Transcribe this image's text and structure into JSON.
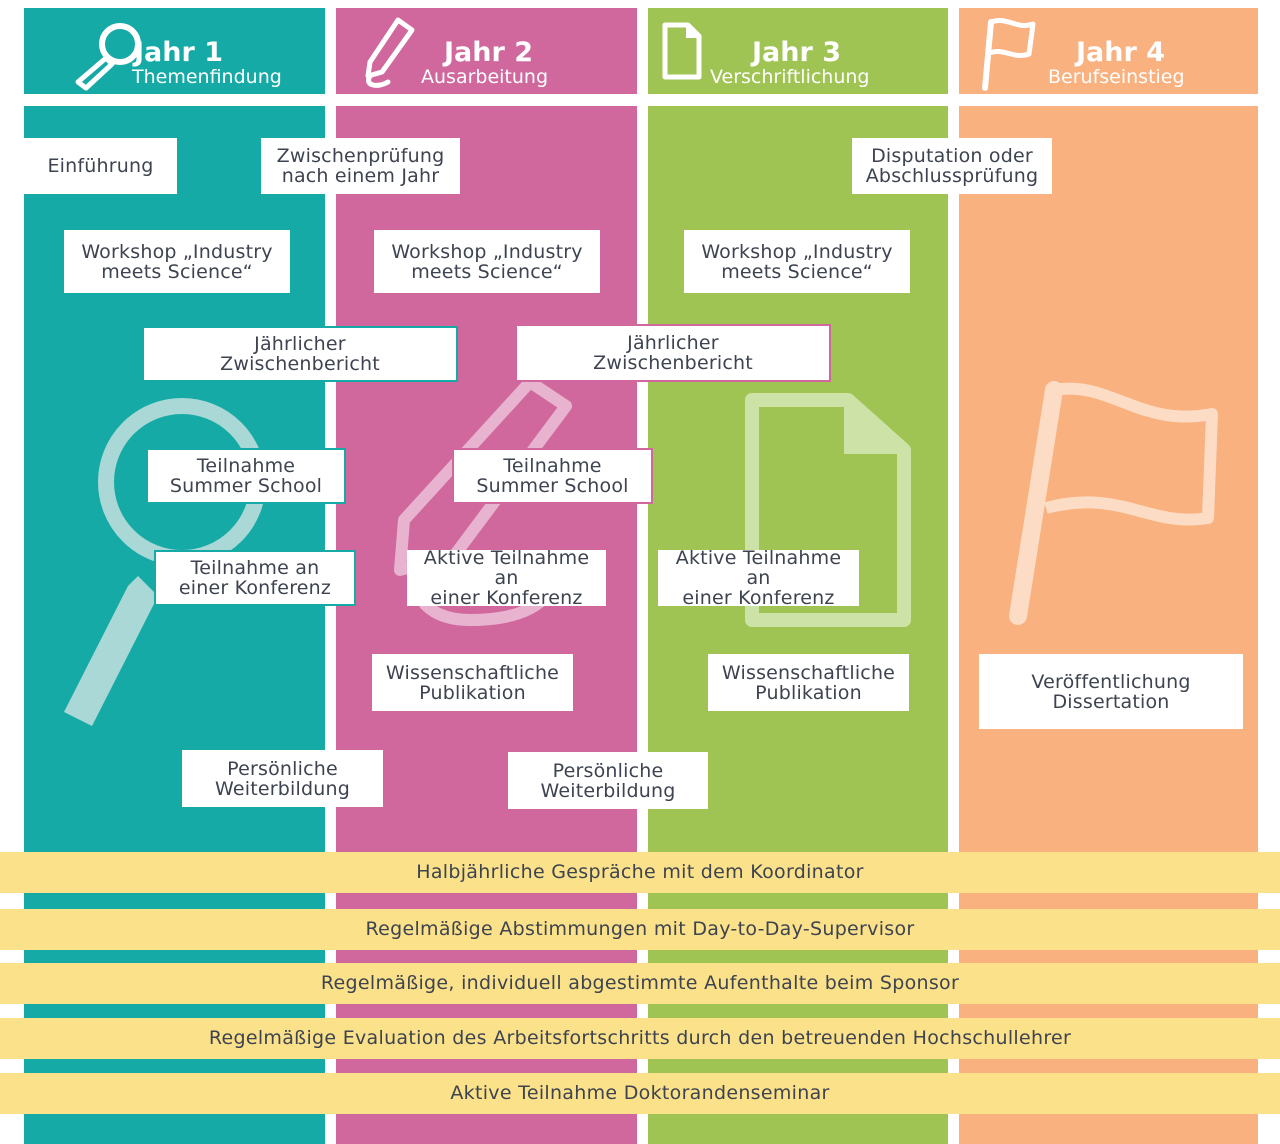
{
  "colors": {
    "year1": "#16aaa6",
    "year2": "#d0689e",
    "year3": "#9fc454",
    "year4": "#f8b17f",
    "band": "#fbe189",
    "box_text": "#3d4350"
  },
  "years": [
    {
      "title": "Jahr 1",
      "subtitle": "Themenfindung",
      "icon": "magnifier-icon"
    },
    {
      "title": "Jahr 2",
      "subtitle": "Ausarbeitung",
      "icon": "pen-icon"
    },
    {
      "title": "Jahr 3",
      "subtitle": "Verschriftlichung",
      "icon": "document-icon"
    },
    {
      "title": "Jahr 4",
      "subtitle": "Berufseinstieg",
      "icon": "flag-icon"
    }
  ],
  "boxes": {
    "einfuehrung": "Einführung",
    "zwischenpruefung": "Zwischenprüfung\nnach einem Jahr",
    "disputation": "Disputation oder\nAbschlussprüfung",
    "workshop1": "Workshop „Industry\nmeets Science“",
    "workshop2": "Workshop „Industry\nmeets Science“",
    "workshop3": "Workshop „Industry\nmeets Science“",
    "zwischenbericht1": "Jährlicher\nZwischenbericht",
    "zwischenbericht2": "Jährlicher\nZwischenbericht",
    "summer1": "Teilnahme\nSummer School",
    "summer2": "Teilnahme\nSummer School",
    "konferenz1": "Teilnahme an\neiner Konferenz",
    "konferenz2": "Aktive Teilnahme an\neiner Konferenz",
    "konferenz3": "Aktive Teilnahme an\neiner Konferenz",
    "publikation2": "Wissenschaftliche\nPublikation",
    "publikation3": "Wissenschaftliche\nPublikation",
    "dissertation": "Veröffentlichung\nDissertation",
    "weiterbildung1": "Persönliche\nWeiterbildung",
    "weiterbildung2": "Persönliche\nWeiterbildung"
  },
  "bands": [
    "Halbjährliche Gespräche mit dem Koordinator",
    "Regelmäßige Abstimmungen mit Day-to-Day-Supervisor",
    "Regelmäßige, individuell abgestimmte Aufenthalte beim Sponsor",
    "Regelmäßige Evaluation des Arbeitsfortschritts durch den betreuenden Hochschullehrer",
    "Aktive Teilnahme Doktorandenseminar"
  ]
}
